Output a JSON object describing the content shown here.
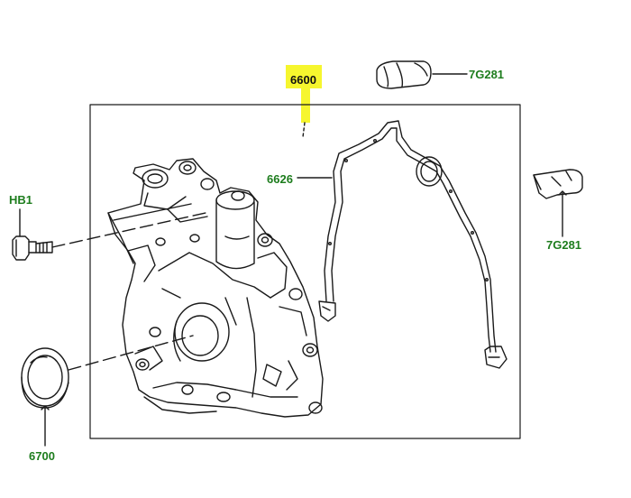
{
  "diagram": {
    "colors": {
      "line": "#1a1a1a",
      "callout_green": "#1e7d1e",
      "callout_black": "#111111",
      "highlight": "#f6f62e",
      "background": "#ffffff"
    },
    "callouts": {
      "oil_pump_assembly": "6600",
      "front_cover_gasket": "6626",
      "cap_upper": "7G281",
      "cap_side": "7G281",
      "bolt": "HB1",
      "crankshaft_seal": "6700"
    },
    "highlighted_part": "6600"
  }
}
